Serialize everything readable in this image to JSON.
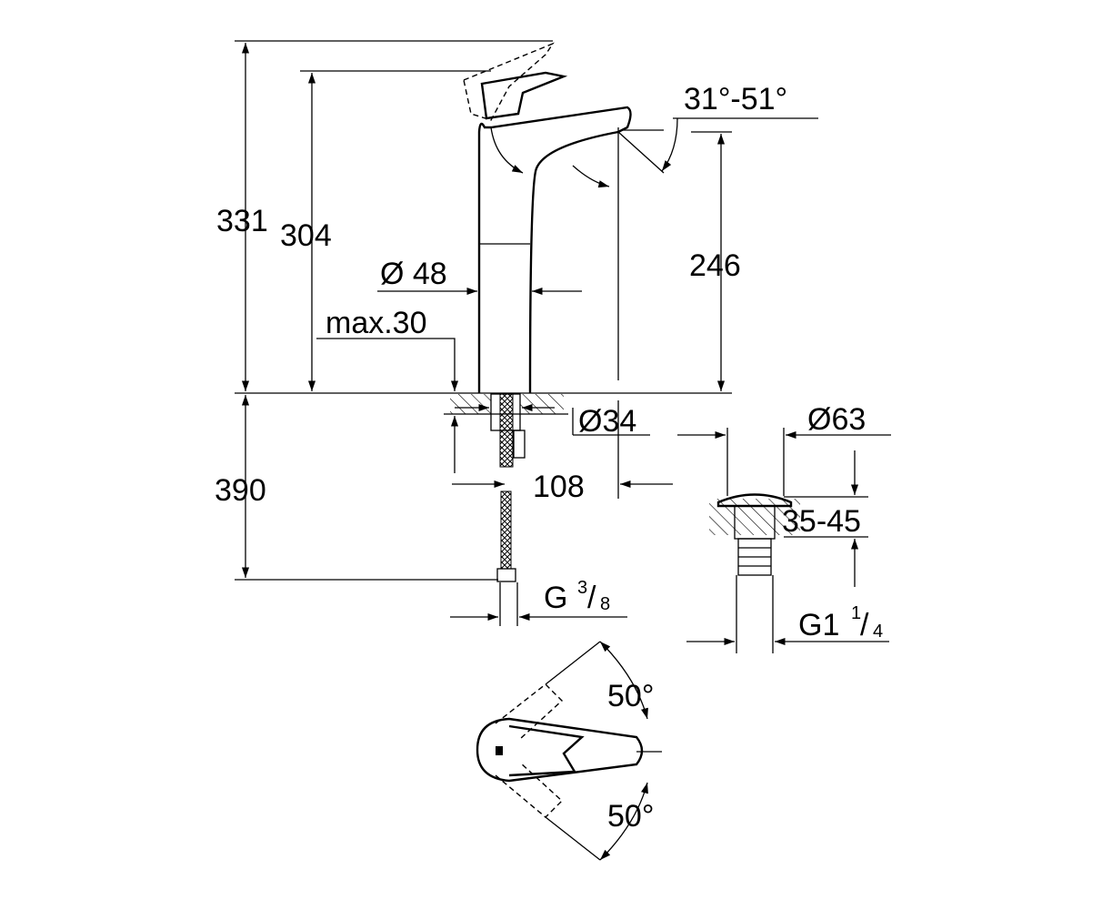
{
  "dimensions": {
    "total_height": "331",
    "spout_height_handle": "304",
    "spout_outlet_height": "246",
    "body_diameter": "Ø 48",
    "max_counter_thickness": "max.30",
    "hole_diameter": "Ø34",
    "spout_reach": "108",
    "hose_length": "390",
    "hose_connection": "G",
    "hose_connection_num": "3",
    "hose_connection_den": "8",
    "waste_diameter": "Ø63",
    "waste_thickness": "35-45",
    "waste_thread": "G1",
    "waste_thread_num": "1",
    "waste_thread_den": "4",
    "spout_angle": "31°-51°",
    "handle_rotation_top": "50°",
    "handle_rotation_bottom": "50°"
  }
}
